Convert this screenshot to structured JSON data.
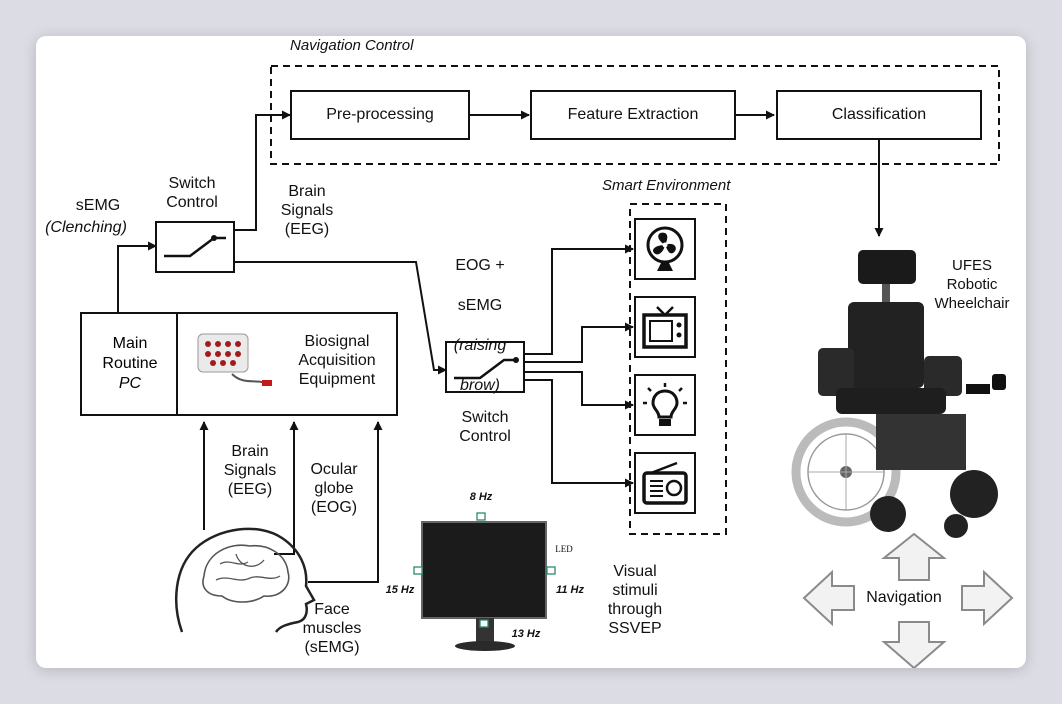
{
  "groups": {
    "navigation_control": "Navigation Control",
    "smart_environment": "Smart Environment"
  },
  "blocks": {
    "preprocessing": "Pre-processing",
    "feature_extraction": "Feature Extraction",
    "classification": "Classification",
    "main_routine_line1": "Main",
    "main_routine_line2": "Routine",
    "main_routine_line3": "PC",
    "acquisition": "Biosignal\nAcquisition\nEquipment"
  },
  "labels": {
    "semg_top": "sEMG",
    "clenching": "(Clenching)",
    "switch_control_top": "Switch\nControl",
    "brain_signals_top": "Brain\nSignals\n(EEG)",
    "eog_semg_a": "EOG +",
    "eog_semg_b": "sEMG",
    "eog_semg_c": "(raising",
    "eog_semg_d": "brow)",
    "switch_control_mid": "Switch\nControl",
    "brain_signals_bottom": "Brain\nSignals\n(EEG)",
    "ocular_globe": "Ocular\nglobe\n(EOG)",
    "face_muscles": "Face\nmuscles\n(sEMG)",
    "visual_stimuli": "Visual\nstimuli\nthrough\nSSVEP",
    "wheelchair": "UFES\nRobotic\nWheelchair",
    "navigation": "Navigation"
  },
  "ssvep": {
    "f_top": "8 Hz",
    "f_left": "15 Hz",
    "f_right": "11 Hz",
    "f_bottom": "13 Hz",
    "led": "LED"
  },
  "appliances": [
    "fan-icon",
    "tv-icon",
    "lightbulb-icon",
    "radio-icon"
  ]
}
